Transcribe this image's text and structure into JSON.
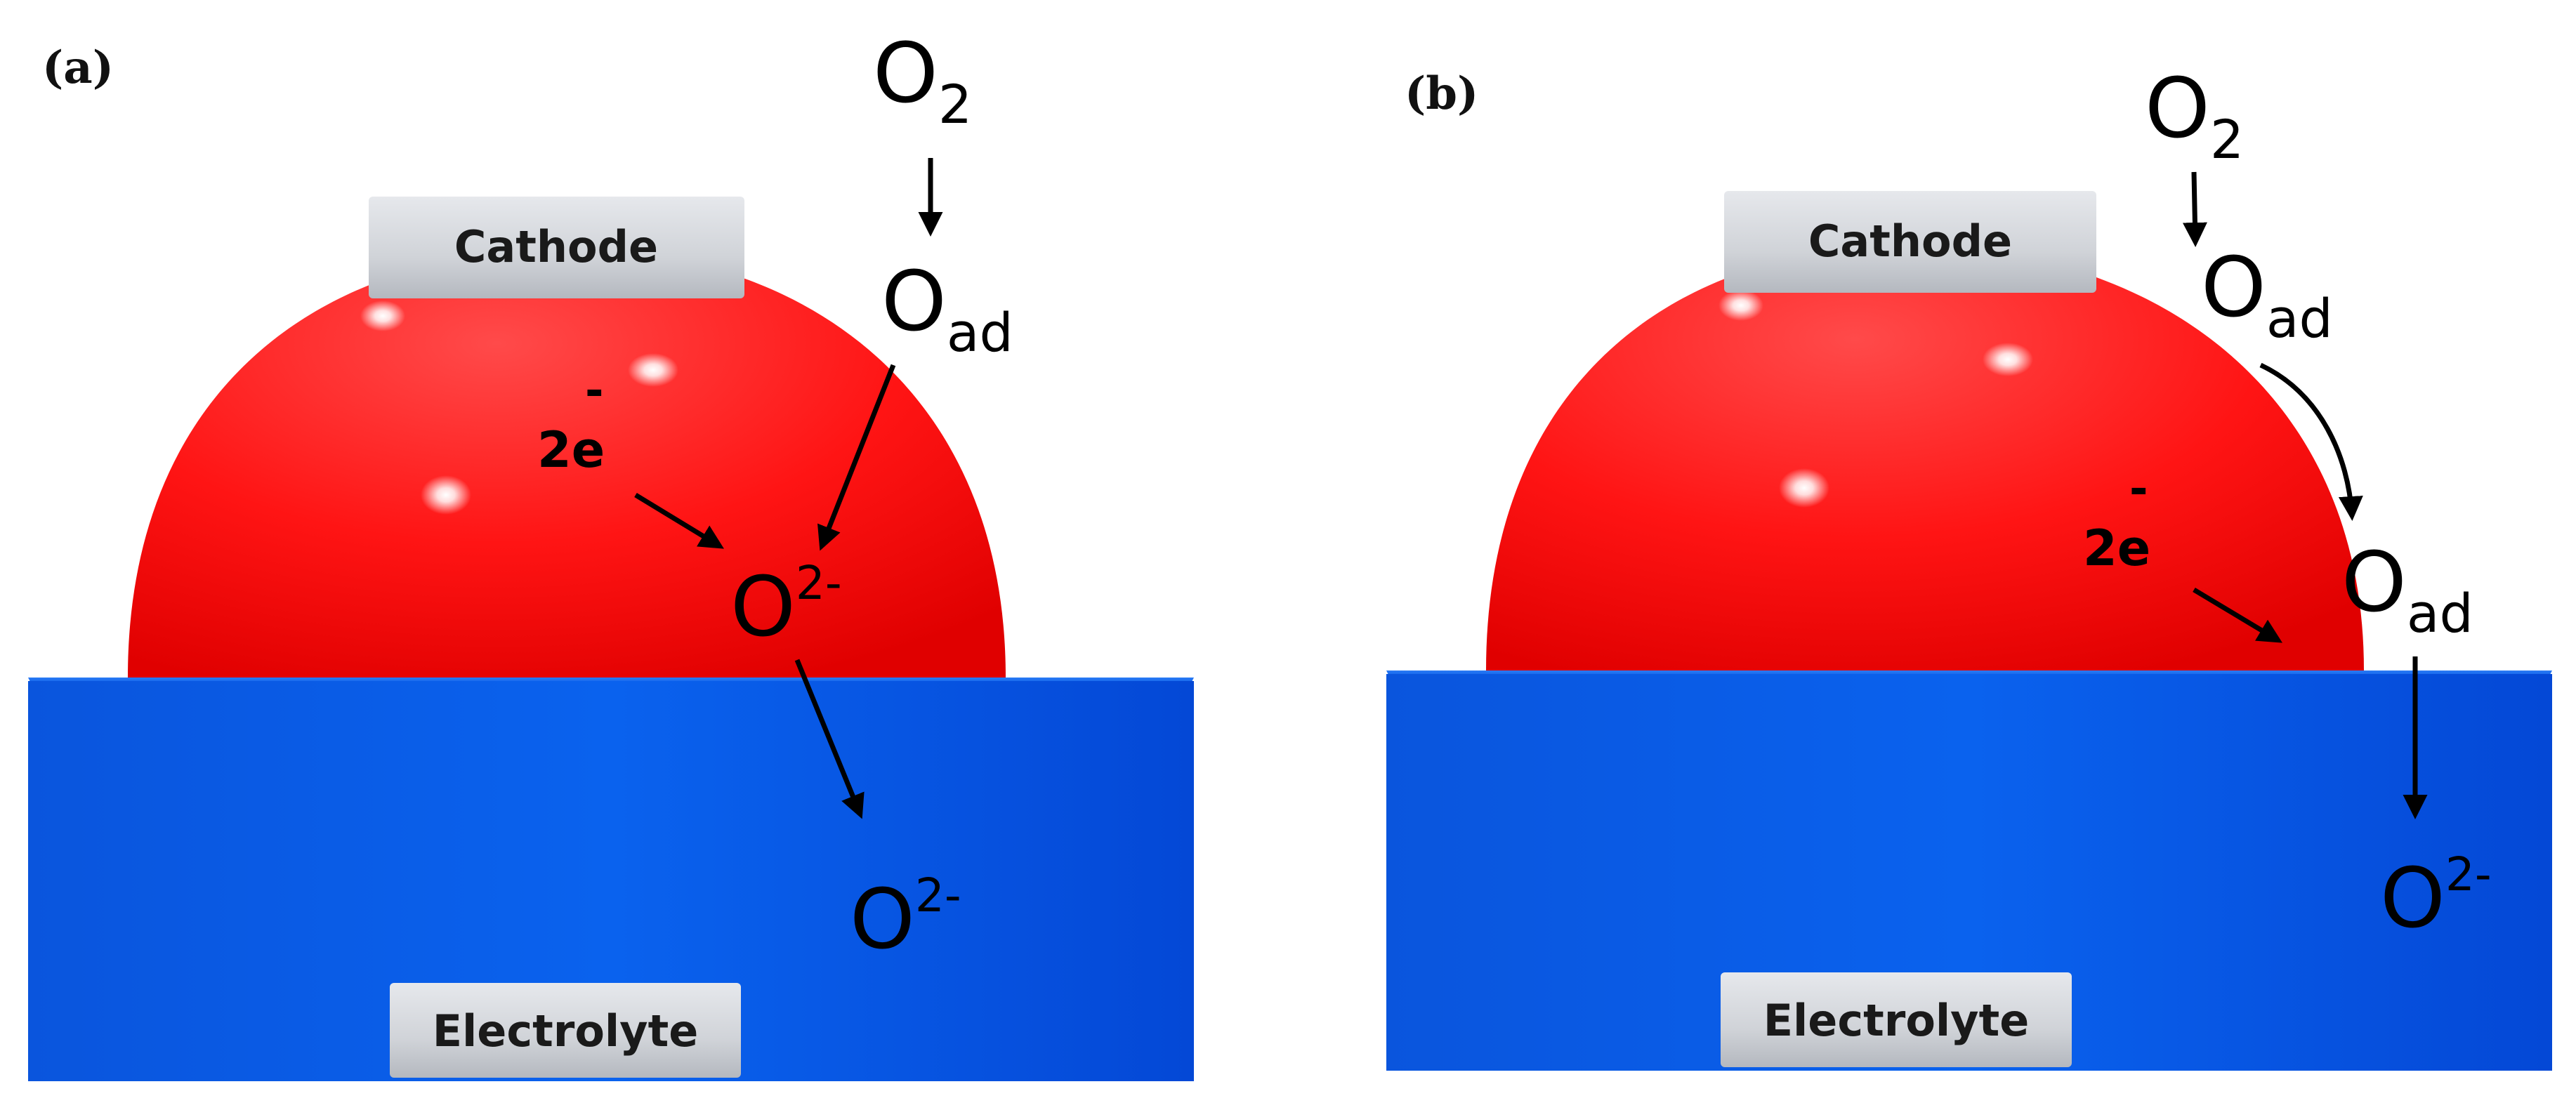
{
  "colors": {
    "particle": "#ff1a1a",
    "electrolyte": "#0a5ce6",
    "label_box": "#d4d6da",
    "text": "#000000"
  },
  "panels": {
    "a": {
      "label": "(a)",
      "cathode_label": "Cathode",
      "electrolyte_label": "Electrolyte",
      "o2": {
        "base": "O",
        "sub": "2"
      },
      "oad": {
        "base": "O",
        "sub": "ad"
      },
      "electrons": {
        "base": "2e",
        "sup": "-"
      },
      "oxide_surface": {
        "base": "O",
        "sup": "2-"
      },
      "oxide_bulk": {
        "base": "O",
        "sup": "2-"
      }
    },
    "b": {
      "label": "(b)",
      "cathode_label": "Cathode",
      "electrolyte_label": "Electrolyte",
      "o2": {
        "base": "O",
        "sub": "2"
      },
      "oad_1": {
        "base": "O",
        "sub": "ad"
      },
      "electrons": {
        "base": "2e",
        "sup": "-"
      },
      "oad_2": {
        "base": "O",
        "sub": "ad"
      },
      "oxide_bulk": {
        "base": "O",
        "sup": "2-"
      }
    }
  }
}
